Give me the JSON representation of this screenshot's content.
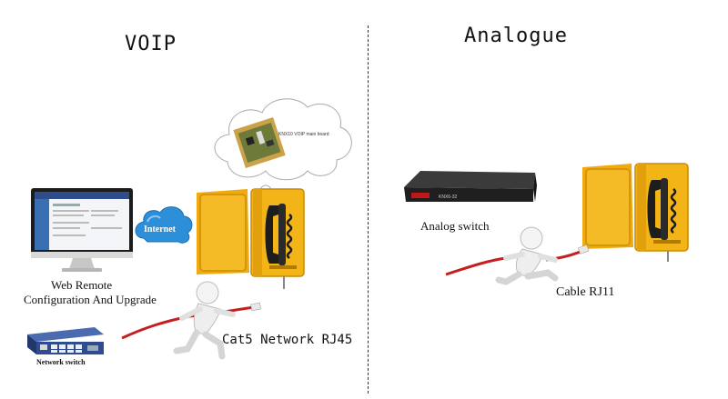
{
  "left_section": {
    "title": "VOIP",
    "monitor_caption_line1": "Web Remote",
    "monitor_caption_line2": "Configuration And Upgrade",
    "internet_label": "Internet",
    "board_label": "KNX10 VOIP main board",
    "network_switch_label": "Network switch",
    "cable_label": "Cat5 Network RJ45"
  },
  "right_section": {
    "title": "Analogue",
    "analog_switch_label": "Analog switch",
    "switch_brand": "KNX6-32",
    "cable_label": "Cable RJ11"
  },
  "colors": {
    "phone_yellow": "#f2b416",
    "phone_dark": "#1d1d1d",
    "cloud_blue": "#2d8fd8",
    "cable_red": "#c42020",
    "switch_blue": "#2e4c8f"
  }
}
